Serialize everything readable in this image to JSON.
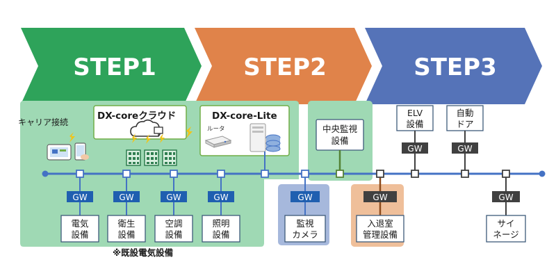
{
  "colors": {
    "step1": "#2ea35a",
    "step2": "#e0834a",
    "step3": "#5573b8",
    "zone_green": "#9fd9b4",
    "zone_blue": "#a6b8dc",
    "zone_orange": "#efbf9a",
    "bus": "#4472c4",
    "gw_blue": "#1f5fb0",
    "gw_dark": "#404040",
    "device_border": "#3d5a7a",
    "lan_green": "#548235",
    "lan_brown": "#8b4a1c"
  },
  "steps": [
    {
      "label": "STEP1"
    },
    {
      "label": "STEP2"
    },
    {
      "label": "STEP3"
    }
  ],
  "carrier": {
    "label": "キャリア接続"
  },
  "cloud_box": {
    "title": "DX-coreクラウド"
  },
  "lite_box": {
    "title": "DX-core-Lite",
    "router_label": "ルータ"
  },
  "central": {
    "line1": "中央監視",
    "line2": "設備"
  },
  "gw_label": "GW",
  "bottom_devices": [
    {
      "line1": "電気",
      "line2": "設備"
    },
    {
      "line1": "衛生",
      "line2": "設備"
    },
    {
      "line1": "空調",
      "line2": "設備"
    },
    {
      "line1": "照明",
      "line2": "設備"
    }
  ],
  "camera": {
    "line1": "監視",
    "line2": "カメラ"
  },
  "access": {
    "line1": "入退室",
    "line2": "管理設備"
  },
  "signage": {
    "line1": "サイ",
    "line2": "ネージ"
  },
  "top_devices": [
    {
      "line1": "ELV",
      "line2": "設備"
    },
    {
      "line1": "自動",
      "line2": "ドア"
    }
  ],
  "note": "※既設電気設備",
  "icons": {
    "cloud": "cloud-icon",
    "router": "router-icon",
    "server": "server-icon",
    "tablet": "tablet-icon",
    "smartphone": "smartphone-icon",
    "lightning": "lightning-icon",
    "building": "building-icon"
  }
}
